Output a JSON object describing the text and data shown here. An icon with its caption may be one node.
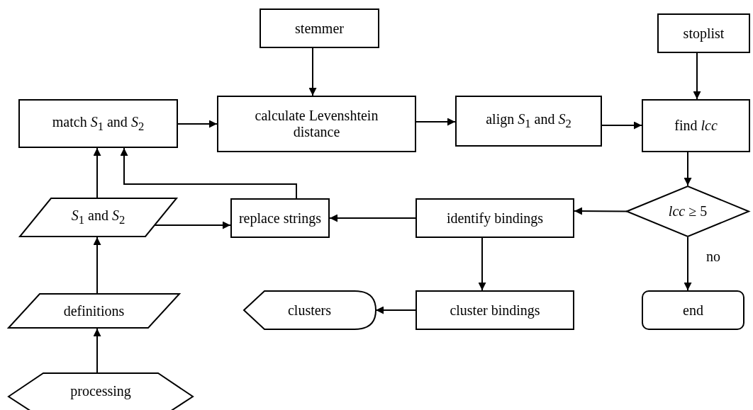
{
  "diagram": {
    "nodes": [
      {
        "text": [
          "stemmer"
        ]
      },
      {
        "text": [
          "stoplist"
        ]
      },
      {
        "text": [
          "match *S*$_{1}$ and *S*$_{2}$"
        ]
      },
      {
        "text": [
          "calculate Levenshtein distance"
        ]
      },
      {
        "text": [
          "align *S*$_{1}$ and *S*$_{2}$"
        ]
      },
      {
        "text": [
          "find *lcc*"
        ]
      },
      {
        "text": [
          "*lcc* ≥ 5"
        ]
      },
      {
        "text": [
          "*S*$_{1}$ and *S*$_{2}$"
        ]
      },
      {
        "text": [
          "replace strings"
        ]
      },
      {
        "text": [
          "identify bindings"
        ]
      },
      {
        "text": [
          "definitions"
        ]
      },
      {
        "text": [
          "clusters"
        ]
      },
      {
        "text": [
          "cluster bindings"
        ]
      },
      {
        "text": [
          "end"
        ]
      },
      {
        "text": [
          "processing"
        ]
      }
    ],
    "edges": [
      {
        "from": 0,
        "to": 3,
        "arrow": "to"
      },
      {
        "from": 1,
        "to": 5,
        "arrow": "to"
      },
      {
        "from": 2,
        "to": 3,
        "arrow": "to"
      },
      {
        "from": 3,
        "to": 4,
        "arrow": "to"
      },
      {
        "from": 4,
        "to": 5,
        "arrow": "to"
      },
      {
        "from": 5,
        "to": 6,
        "arrow": "to"
      },
      {
        "from": 6,
        "to": 9,
        "arrow": "to"
      },
      {
        "from": 6,
        "to": 13,
        "arrow": "to",
        "label": "no"
      },
      {
        "from": 9,
        "to": 8,
        "arrow": "to"
      },
      {
        "from": 9,
        "to": 12,
        "arrow": "to"
      },
      {
        "from": 12,
        "to": 11,
        "arrow": "to"
      },
      {
        "from": 7,
        "to": 2,
        "arrow": "to"
      },
      {
        "from": 8,
        "to": 2,
        "arrow": "to"
      },
      {
        "from": 7,
        "to": 8,
        "arrow": "to"
      },
      {
        "from": 10,
        "to": 7,
        "arrow": "to"
      },
      {
        "from": 14,
        "to": 10,
        "arrow": "to"
      }
    ]
  }
}
